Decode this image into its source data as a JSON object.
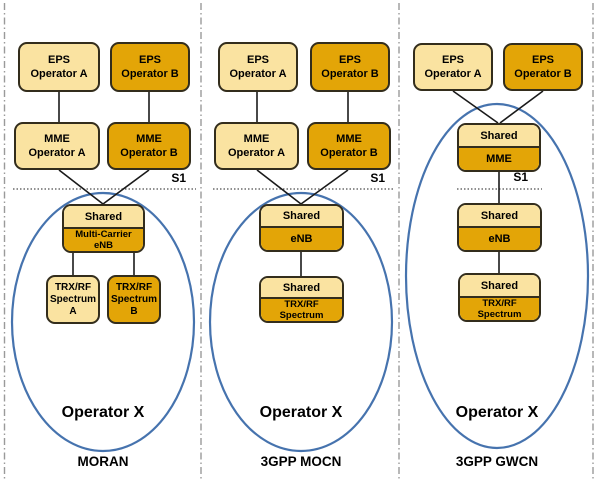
{
  "colors": {
    "box_light_fill": "#FAE3A1",
    "box_dark_fill": "#E3A507",
    "box_border": "#332d1c",
    "ellipse_stroke": "#4673AE",
    "connector_line": "#1a1a1a",
    "separator_line": "#9a9a9a",
    "s1_dotted_line": "#4d4d4d",
    "text": "#000000"
  },
  "panels": [
    {
      "caption": "MORAN",
      "operator": "Operator X",
      "s1": "S1",
      "eps_a": "EPS\nOperator A",
      "eps_b": "EPS\nOperator B",
      "mme_a": "MME\nOperator A",
      "mme_b": "MME\nOperator B",
      "enb_top": "Shared",
      "enb_bottom": "Multi-Carrier\neNB",
      "trx_a": "TRX/RF\nSpectrum\nA",
      "trx_b": "TRX/RF\nSpectrum\nB"
    },
    {
      "caption": "3GPP MOCN",
      "operator": "Operator X",
      "s1": "S1",
      "eps_a": "EPS\nOperator A",
      "eps_b": "EPS\nOperator B",
      "mme_a": "MME\nOperator A",
      "mme_b": "MME\nOperator B",
      "enb_top": "Shared",
      "enb_bottom": "eNB",
      "trx_top": "Shared",
      "trx_bottom": "TRX/RF\nSpectrum"
    },
    {
      "caption": "3GPP GWCN",
      "operator": "Operator X",
      "s1": "S1",
      "eps_a": "EPS\nOperator A",
      "eps_b": "EPS\nOperator B",
      "mme_top": "Shared",
      "mme_bottom": "MME",
      "enb_top": "Shared",
      "enb_bottom": "eNB",
      "trx_top": "Shared",
      "trx_bottom": "TRX/RF\nSpectrum"
    }
  ]
}
